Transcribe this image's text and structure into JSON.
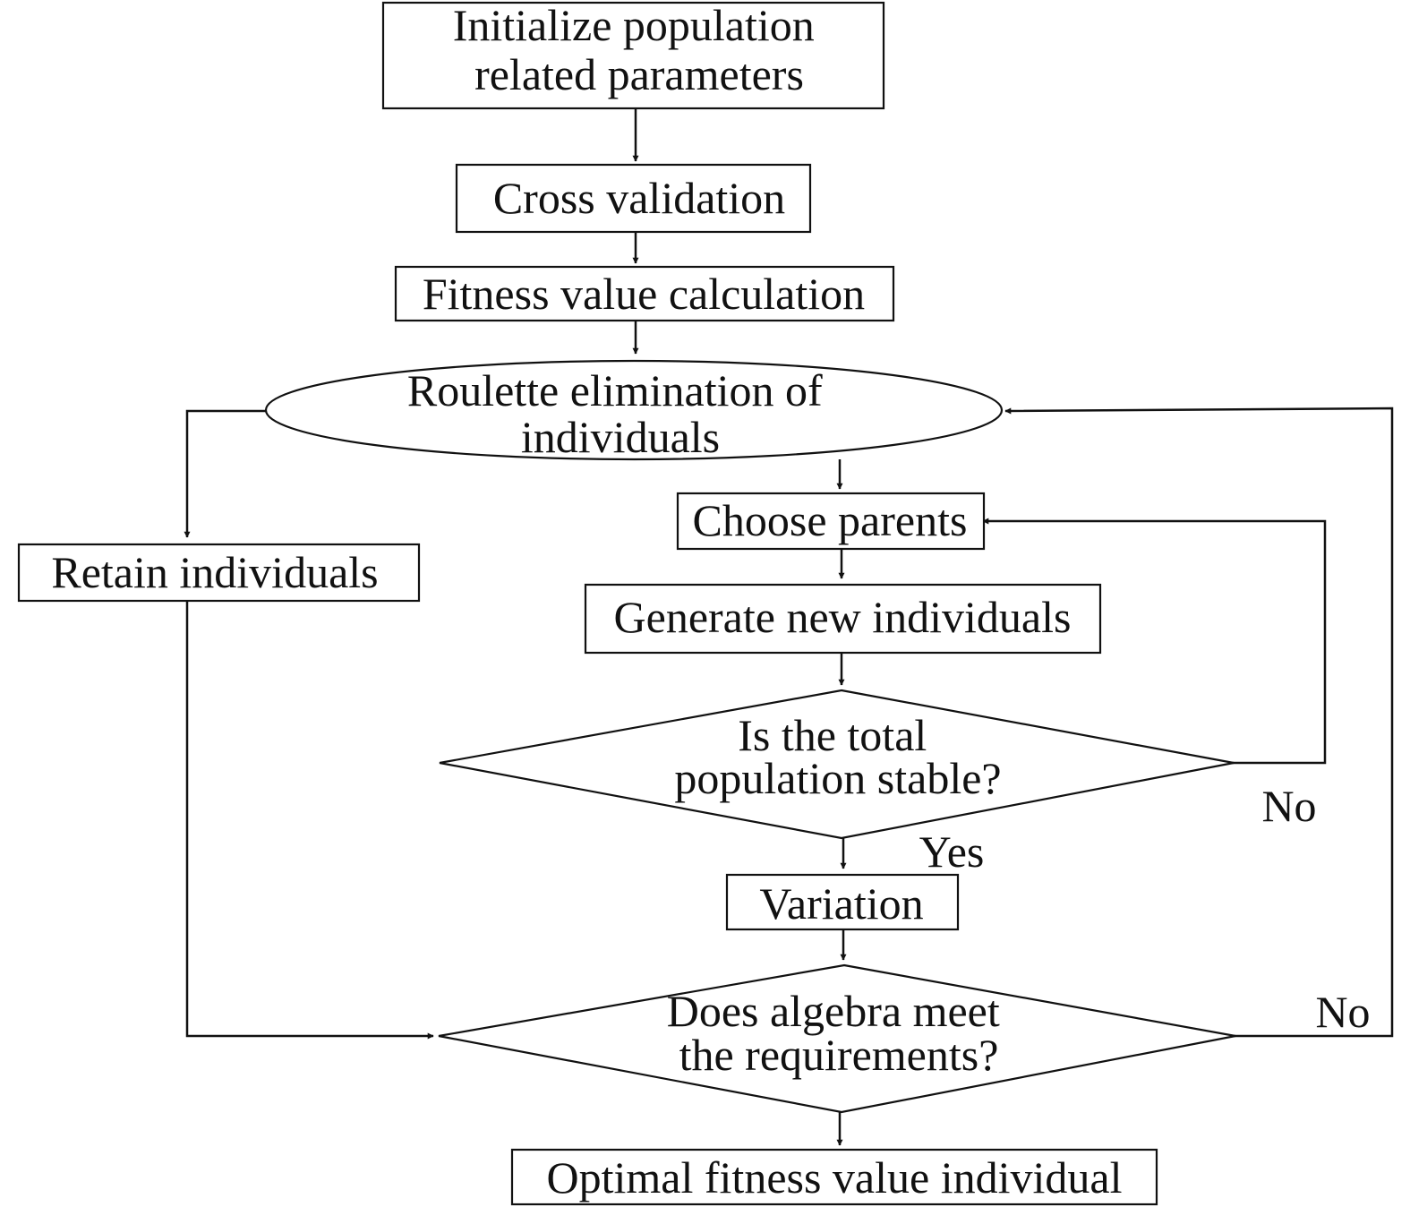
{
  "nodes": {
    "init": {
      "lines": [
        "Initialize population",
        "related parameters"
      ]
    },
    "cross": {
      "lines": [
        "Cross validation"
      ]
    },
    "fitness": {
      "lines": [
        "Fitness value calculation"
      ]
    },
    "roulette": {
      "lines": [
        "Roulette elimination of",
        "individuals"
      ]
    },
    "retain": {
      "lines": [
        "Retain individuals"
      ]
    },
    "parents": {
      "lines": [
        "Choose parents"
      ]
    },
    "generate": {
      "lines": [
        "Generate new individuals"
      ]
    },
    "stable": {
      "lines": [
        "Is the total",
        "population stable?"
      ]
    },
    "variation": {
      "lines": [
        "Variation"
      ]
    },
    "algebra": {
      "lines": [
        "Does algebra meet",
        "the requirements?"
      ]
    },
    "optimal": {
      "lines": [
        "Optimal fitness value individual"
      ]
    }
  },
  "edge_labels": {
    "stable_no": "No",
    "stable_yes": "Yes",
    "algebra_no": "No"
  },
  "colors": {
    "stroke": "#111111",
    "text": "#111111",
    "background": "#ffffff"
  }
}
